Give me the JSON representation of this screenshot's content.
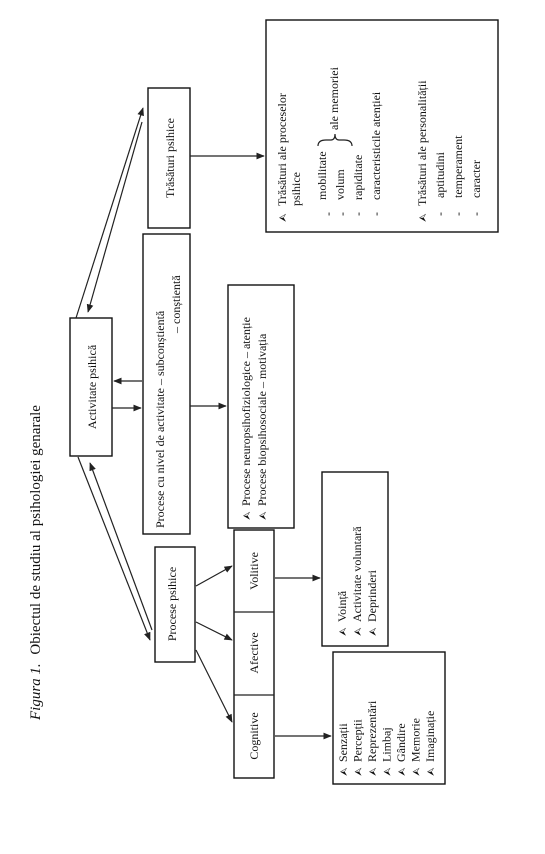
{
  "figure": {
    "label": "Figura 1.",
    "title": "Obiectul de studiu al psihologiei genarale"
  },
  "nodes": {
    "activitate_psihica": "Activitate psihică",
    "procese_psihice": "Procese psihice",
    "trasaturi_psihice": "Trăsături psihice",
    "procese_nivel_line1": "Procese cu nivel de activitate – subconștientă",
    "procese_nivel_line2": "– conștientă",
    "cognitive": "Cognitive",
    "afective": "Afective",
    "volitive": "Volitive"
  },
  "lists": {
    "neuro": [
      "Procese neuropsihofiziologice – atenție",
      "Procese biopsihosociale – motivația"
    ],
    "volitive": [
      "Voință",
      "Activitate voluntară",
      "Deprinderi"
    ],
    "cognitive": [
      "Senzații",
      "Percepții",
      "Reprezentări",
      "Limbaj",
      "Gândire",
      "Memorie",
      "Imaginație"
    ]
  },
  "traits": {
    "processes_heading_line1": "Trăsături ale proceselor",
    "processes_heading_line2": "psihice",
    "processes_items": [
      "mobilitate",
      "volum",
      "rapiditate",
      "caracteristicile atenției"
    ],
    "memory_brace_label": "ale memoriei",
    "personality_heading": "Trăsături ale personalității",
    "personality_items": [
      "aptitudini",
      "temperament",
      "caracter"
    ]
  },
  "symbols": {
    "bullet": "⮙",
    "dash": "-"
  }
}
